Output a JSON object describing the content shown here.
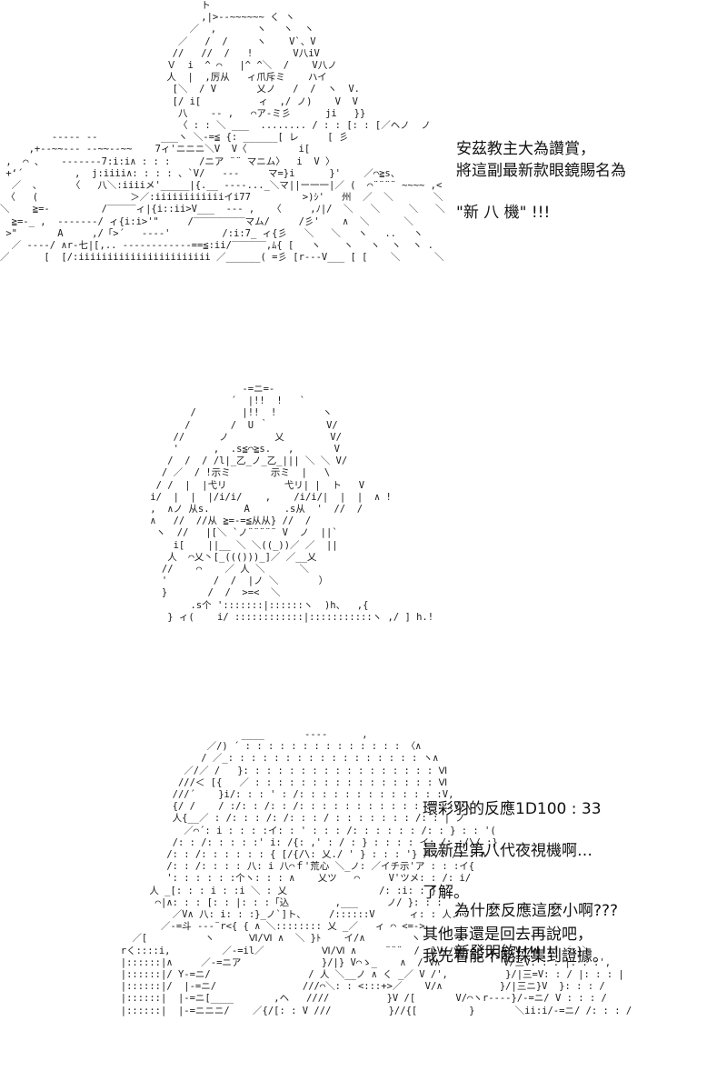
{
  "panels": [
    {
      "caption": {
        "blocks": [
          [
            "安茲教主大為讚賞，",
            "將這副最新款眼鏡賜名為"
          ],
          [
            "\"新 八 機\" !!!"
          ]
        ]
      }
    },
    {
      "caption": {
        "blocks": [
          [
            "環彩羽的反應1D100 : 33"
          ],
          [
            "最新型第八代夜視機啊…"
          ],
          [
            "了解。"
          ],
          [
            "其他事還是回去再說吧，",
            "我先看能不能採集到證據。"
          ]
        ]
      }
    },
    {
      "caption": {
        "blocks": [
          [
            "為什麼反應這麼小啊???"
          ],
          [
            "新發明欸!!!!!!!"
          ]
        ]
      }
    }
  ]
}
